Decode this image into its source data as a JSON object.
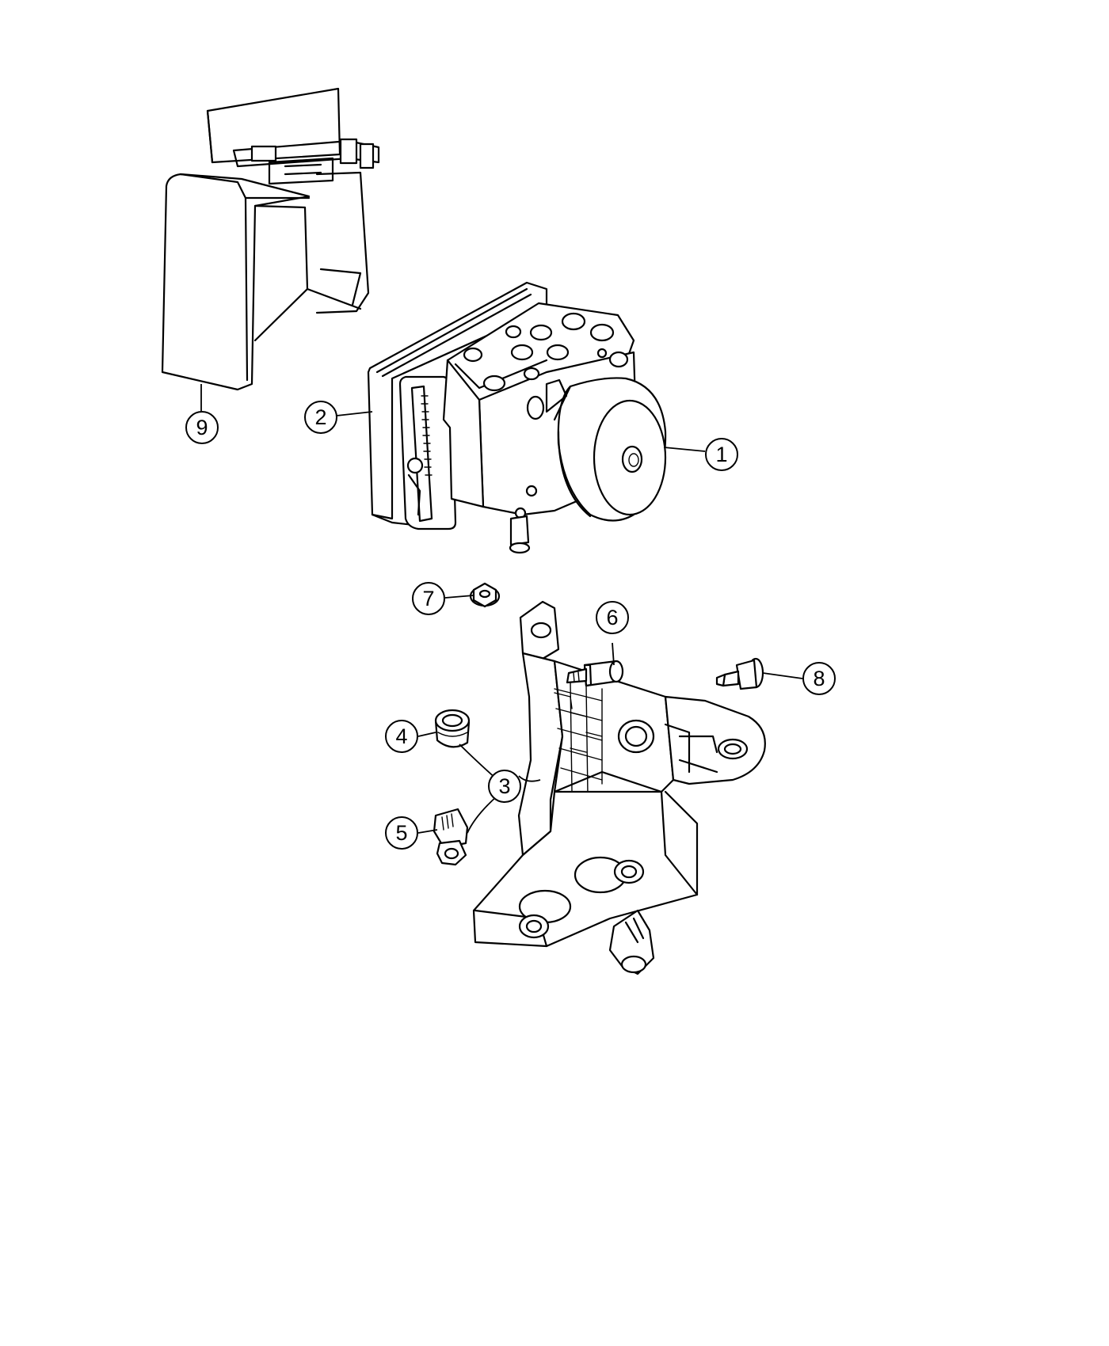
{
  "callouts": [
    {
      "id": "1",
      "label": "1",
      "part": "hydraulic-control-unit"
    },
    {
      "id": "2",
      "label": "2",
      "part": "abs-control-module"
    },
    {
      "id": "3",
      "label": "3",
      "part": "mounting-bracket"
    },
    {
      "id": "4",
      "label": "4",
      "part": "isolator-grommet"
    },
    {
      "id": "5",
      "label": "5",
      "part": "wire-clip"
    },
    {
      "id": "6",
      "label": "6",
      "part": "bolt"
    },
    {
      "id": "7",
      "label": "7",
      "part": "nut"
    },
    {
      "id": "8",
      "label": "8",
      "part": "stud"
    },
    {
      "id": "9",
      "label": "9",
      "part": "shield-cover"
    }
  ],
  "colors": {
    "line": "#000000",
    "background": "#ffffff"
  }
}
